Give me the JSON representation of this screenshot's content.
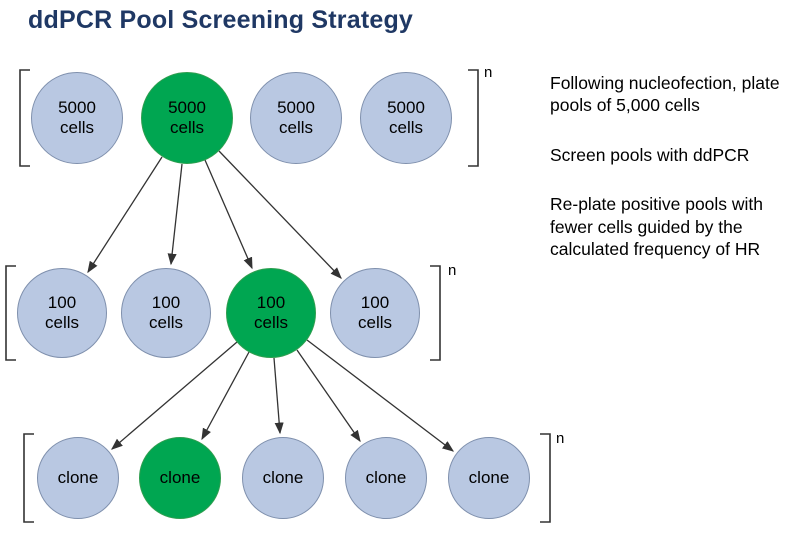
{
  "title": "ddPCR Pool Screening Strategy",
  "notes": [
    "Following nucleofection, plate pools of 5,000 cells",
    "Screen pools with ddPCR",
    "Re-plate positive pools with fewer cells guided by the calculated frequency of HR"
  ],
  "diagram": {
    "rows": [
      {
        "n_label": "n",
        "circles": [
          {
            "text": "5000\ncells",
            "highlight": false
          },
          {
            "text": "5000\ncells",
            "highlight": true
          },
          {
            "text": "5000\ncells",
            "highlight": false
          },
          {
            "text": "5000\ncells",
            "highlight": false
          }
        ]
      },
      {
        "n_label": "n",
        "circles": [
          {
            "text": "100\ncells",
            "highlight": false
          },
          {
            "text": "100\ncells",
            "highlight": false
          },
          {
            "text": "100\ncells",
            "highlight": true
          },
          {
            "text": "100\ncells",
            "highlight": false
          }
        ]
      },
      {
        "n_label": "n",
        "circles": [
          {
            "text": "clone",
            "highlight": false
          },
          {
            "text": "clone",
            "highlight": true
          },
          {
            "text": "clone",
            "highlight": false
          },
          {
            "text": "clone",
            "highlight": false
          },
          {
            "text": "clone",
            "highlight": false
          }
        ]
      }
    ]
  },
  "colors": {
    "pool-blue": "#b9c8e2",
    "pool-green": "#00a651",
    "title-blue": "#1f3864",
    "circle-border": "#7f90ad",
    "circle-border-green": "#2f9e4f"
  }
}
